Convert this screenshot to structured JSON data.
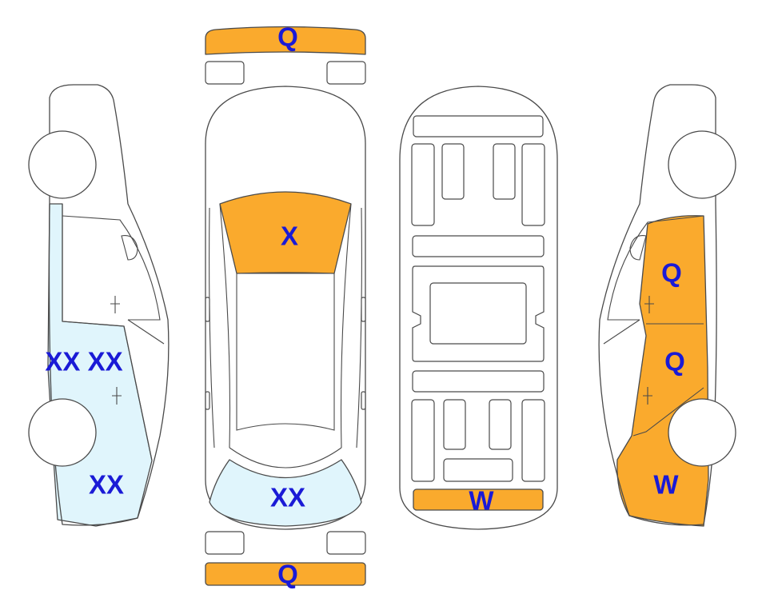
{
  "colors": {
    "orange": "#FAAA2D",
    "lightblue": "#E0F5FC",
    "label": "#1A1AD6",
    "outline": "#4A4A4A"
  },
  "labels": {
    "front_bumper": "Q",
    "rear_bumper": "Q",
    "hood": "X",
    "trunk_lid": "XX",
    "underbody_rear": "W",
    "left_door_area": "XX XX",
    "left_rear_quarter": "XX",
    "right_front_door": "Q",
    "right_rear_door": "Q",
    "right_rear_quarter": "W"
  }
}
